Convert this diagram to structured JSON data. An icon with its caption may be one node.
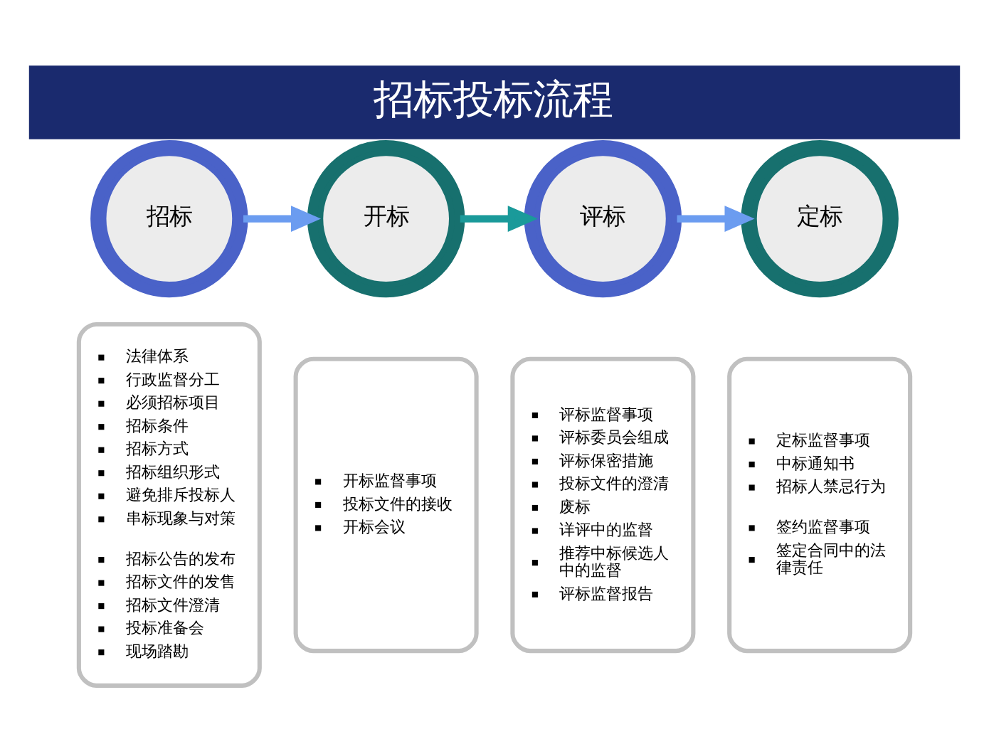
{
  "diagram": {
    "title": "招标投标流程",
    "nodes": [
      {
        "text": [
          "招标"
        ]
      },
      {
        "text": [
          "开标"
        ]
      },
      {
        "text": [
          "评标"
        ]
      },
      {
        "text": [
          "定标"
        ]
      },
      {
        "text": [
          "法律体系",
          "行政监督分工",
          "必须招标项目",
          "招标条件",
          "招标方式",
          "招标组织形式",
          "避免排斥投标人",
          "串标现象与对策",
          "招标公告的发布",
          "招标文件的发售",
          "招标文件澄清",
          "投标准备会",
          "现场踏勘"
        ]
      },
      {
        "text": [
          "开标监督事项",
          "投标文件的接收",
          "开标会议"
        ]
      },
      {
        "text": [
          "评标监督事项",
          "评标委员会组成",
          "评标保密措施",
          "投标文件的澄清",
          "废标",
          "详评中的监督",
          "推荐中标候选人中的监督",
          "评标监督报告"
        ]
      },
      {
        "text": [
          "定标监督事项",
          "中标通知书",
          "招标人禁忌行为",
          "签约监督事项",
          "签定合同中的法律责任"
        ]
      }
    ],
    "edges": [
      {
        "from": 0,
        "to": 1,
        "arrow": "to"
      },
      {
        "from": 1,
        "to": 2,
        "arrow": "to",
        "color": "#1a9a9a"
      },
      {
        "from": 2,
        "to": 3,
        "arrow": "to"
      }
    ]
  }
}
